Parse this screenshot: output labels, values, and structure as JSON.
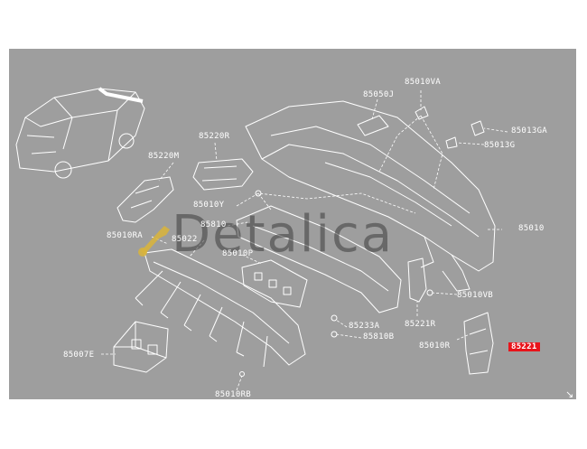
{
  "watermark": "Detalica",
  "accent_color": "#e8141b",
  "panel_color": "#9e9e9e",
  "highlighted_part": "85221",
  "labels": [
    {
      "id": "85010va",
      "text": "85010VA"
    },
    {
      "id": "85050j",
      "text": "85050J"
    },
    {
      "id": "85013ga",
      "text": "85013GA"
    },
    {
      "id": "85013g",
      "text": "85013G"
    },
    {
      "id": "85220r",
      "text": "85220R"
    },
    {
      "id": "85220m",
      "text": "85220M"
    },
    {
      "id": "85010y",
      "text": "85010Y"
    },
    {
      "id": "85810",
      "text": "85810"
    },
    {
      "id": "85010",
      "text": "85010"
    },
    {
      "id": "85010ra",
      "text": "85010RA"
    },
    {
      "id": "85022",
      "text": "85022"
    },
    {
      "id": "85010p",
      "text": "85010P"
    },
    {
      "id": "85010vb",
      "text": "85010VB"
    },
    {
      "id": "85221r",
      "text": "85221R"
    },
    {
      "id": "85233a",
      "text": "85233A"
    },
    {
      "id": "85810b",
      "text": "85810B"
    },
    {
      "id": "85010r",
      "text": "85010R"
    },
    {
      "id": "85221",
      "text": "85221"
    },
    {
      "id": "85007e",
      "text": "85007E"
    },
    {
      "id": "85010rb",
      "text": "85010RB"
    }
  ]
}
